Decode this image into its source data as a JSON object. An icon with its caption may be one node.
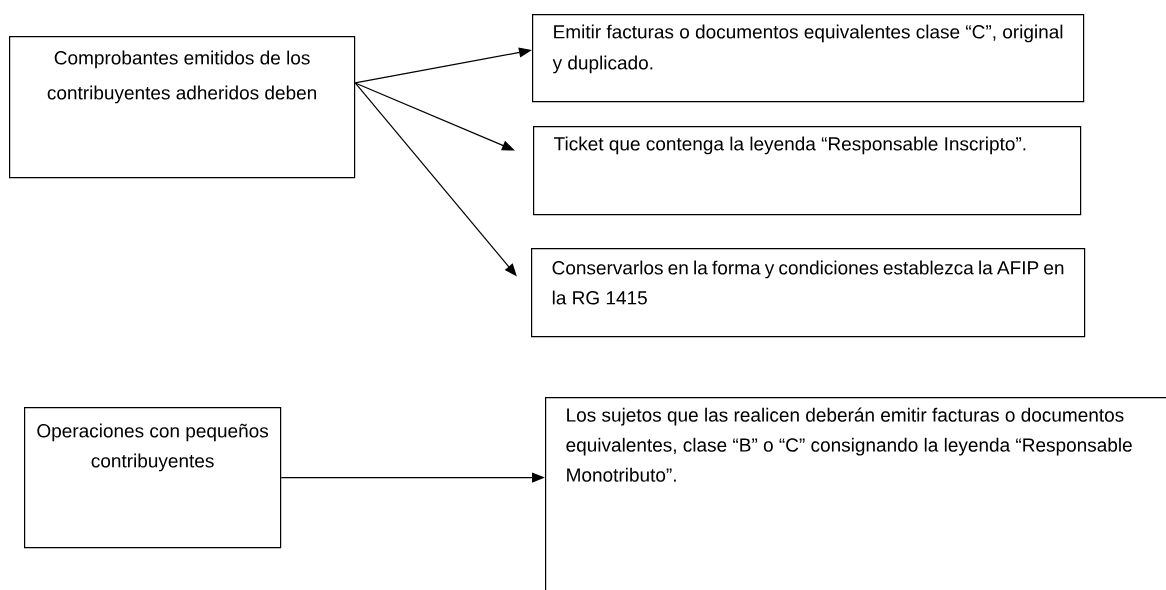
{
  "diagram": {
    "nodes": [
      {
        "text": [
          "Comprobantes emitidos de los contribuyentes adheridos deben"
        ]
      },
      {
        "text": [
          "Emitir facturas o documentos equivalentes clase “C”, original y duplicado."
        ]
      },
      {
        "text": [
          "Ticket que contenga la leyenda “Responsable Inscripto”."
        ]
      },
      {
        "text": [
          "Conservarlos en la forma y condiciones establezca la AFIP en la RG 1415"
        ]
      },
      {
        "text": [
          "Operaciones con pequeños contribuyentes"
        ]
      },
      {
        "text": [
          "Los sujetos que las realicen deberán emitir facturas o documentos equivalentes, clase “B” o “C” consignando la leyenda “Responsable Monotributo”."
        ]
      }
    ],
    "edges": [
      {
        "from": 0,
        "to": 1,
        "arrow": "to"
      },
      {
        "from": 0,
        "to": 2,
        "arrow": "to"
      },
      {
        "from": 0,
        "to": 3,
        "arrow": "to"
      },
      {
        "from": 4,
        "to": 5,
        "arrow": "to"
      }
    ]
  }
}
